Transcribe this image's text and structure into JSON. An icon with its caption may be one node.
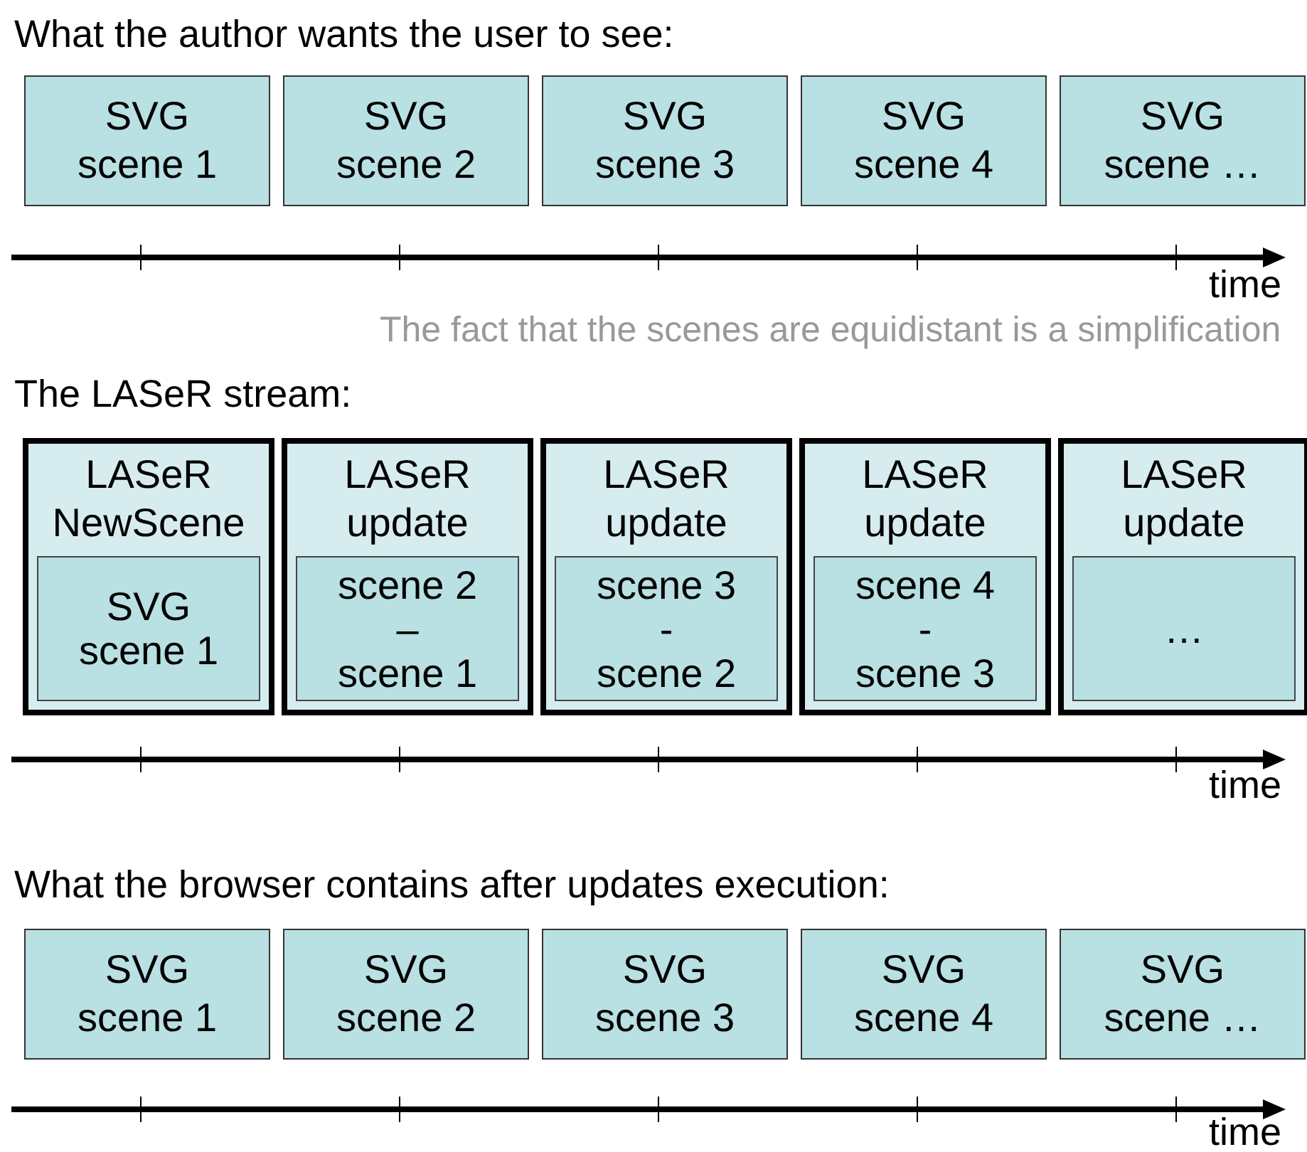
{
  "diagram": {
    "nodes": [
      {
        "text": [
          "SVG scene 1"
        ]
      },
      {
        "text": [
          "SVG scene 2"
        ]
      },
      {
        "text": [
          "SVG scene 3"
        ]
      },
      {
        "text": [
          "SVG scene 4"
        ]
      },
      {
        "text": [
          "SVG scene …"
        ]
      },
      {
        "text": [
          "LASeR NewScene"
        ]
      },
      {
        "text": [
          "SVG scene 1"
        ],
        "in": 5
      },
      {
        "text": [
          "LASeR update"
        ]
      },
      {
        "text": [
          "scene 2",
          "–",
          "scene 1"
        ],
        "in": 7
      },
      {
        "text": [
          "LASeR update"
        ]
      },
      {
        "text": [
          "scene 3",
          "-",
          "scene 2"
        ],
        "in": 9
      },
      {
        "text": [
          "LASeR update"
        ]
      },
      {
        "text": [
          "scene 4",
          "-",
          "scene 3"
        ],
        "in": 11
      },
      {
        "text": [
          "LASeR update"
        ]
      },
      {
        "text": [
          "…"
        ],
        "in": 13
      },
      {
        "text": [
          "SVG scene 1"
        ]
      },
      {
        "text": [
          "SVG scene 2"
        ]
      },
      {
        "text": [
          "SVG scene 3"
        ]
      },
      {
        "text": [
          "SVG scene 4"
        ]
      },
      {
        "text": [
          "SVG scene …"
        ]
      }
    ],
    "labels": [
      "What the author wants the user to see:",
      "time",
      "The fact that the scenes are equidistant is a simplification",
      "The LASeR stream:",
      "time",
      "What the browser contains after updates execution:",
      "time"
    ]
  }
}
